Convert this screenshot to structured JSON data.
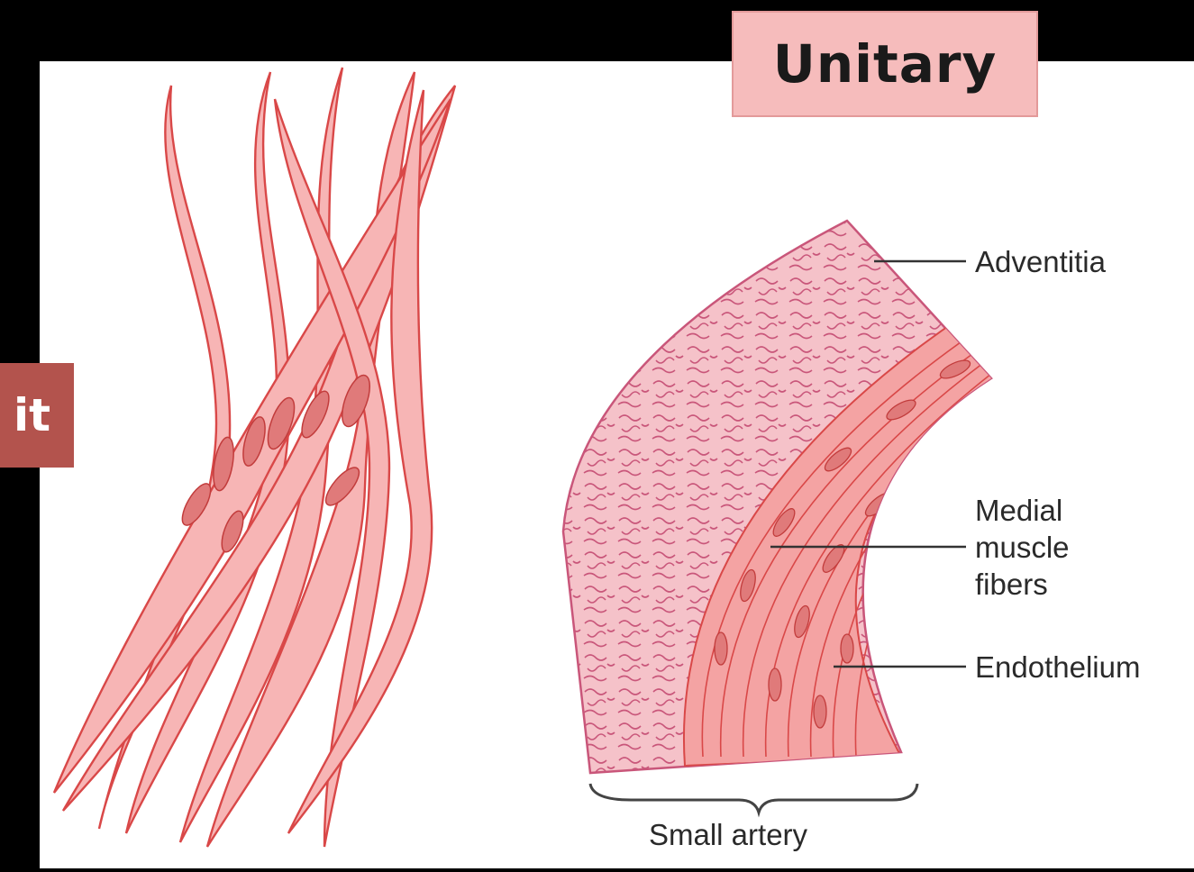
{
  "title": "Unitary",
  "side_tab_text": "it",
  "labels": {
    "adventitia": "Adventitia",
    "medial": "Medial\nmuscle\nfibers",
    "endothelium": "Endothelium",
    "caption": "Small artery"
  },
  "colors": {
    "background": "#000000",
    "panel": "#ffffff",
    "title_box": "#f6bcbc",
    "side_tab": "#b3534d",
    "muscle_fill": "#f7b5b5",
    "muscle_stroke": "#d94848",
    "nucleus": "#e07a7a",
    "adventitia_fill": "#f5c2c9"
  }
}
